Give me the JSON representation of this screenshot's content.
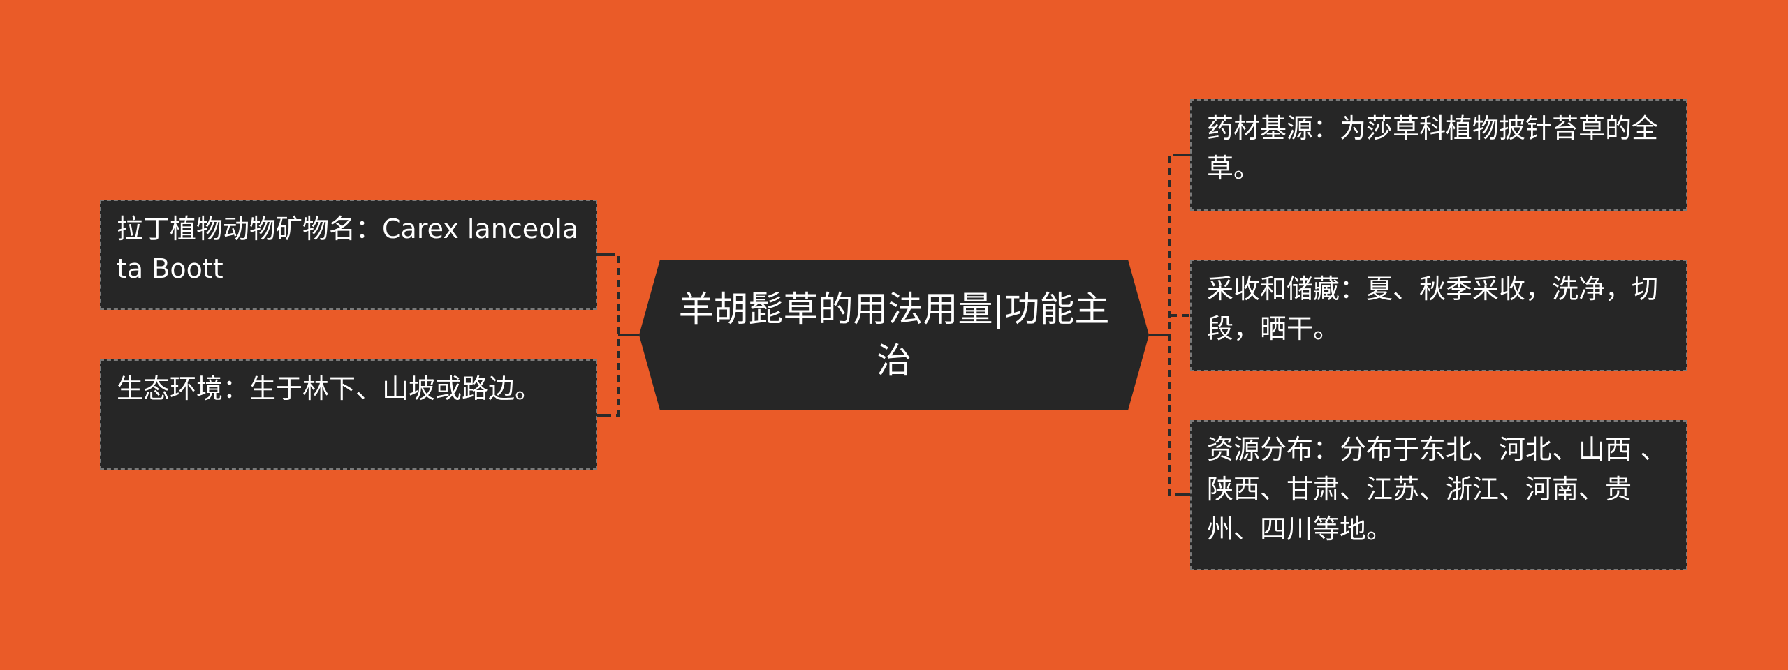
{
  "colors": {
    "background": "#EA5B28",
    "node_fill": "#262626",
    "text": "#FFFFFF",
    "connector": "#2A2A2A"
  },
  "center": {
    "text": "羊胡髭草的用法用量|功能主治"
  },
  "left": [
    {
      "text": "拉丁植物动物矿物名：Carex lanceolata Boott"
    },
    {
      "text": "生态环境：生于林下、山坡或路边。"
    }
  ],
  "right": [
    {
      "text": "药材基源：为莎草科植物披针苔草的全草。"
    },
    {
      "text": "采收和储藏：夏、秋季采收，洗净，切段，晒干。"
    },
    {
      "text": "资源分布：分布于东北、河北、山西 、陕西、甘肃、江苏、浙江、河南、贵州、四川等地。"
    }
  ]
}
